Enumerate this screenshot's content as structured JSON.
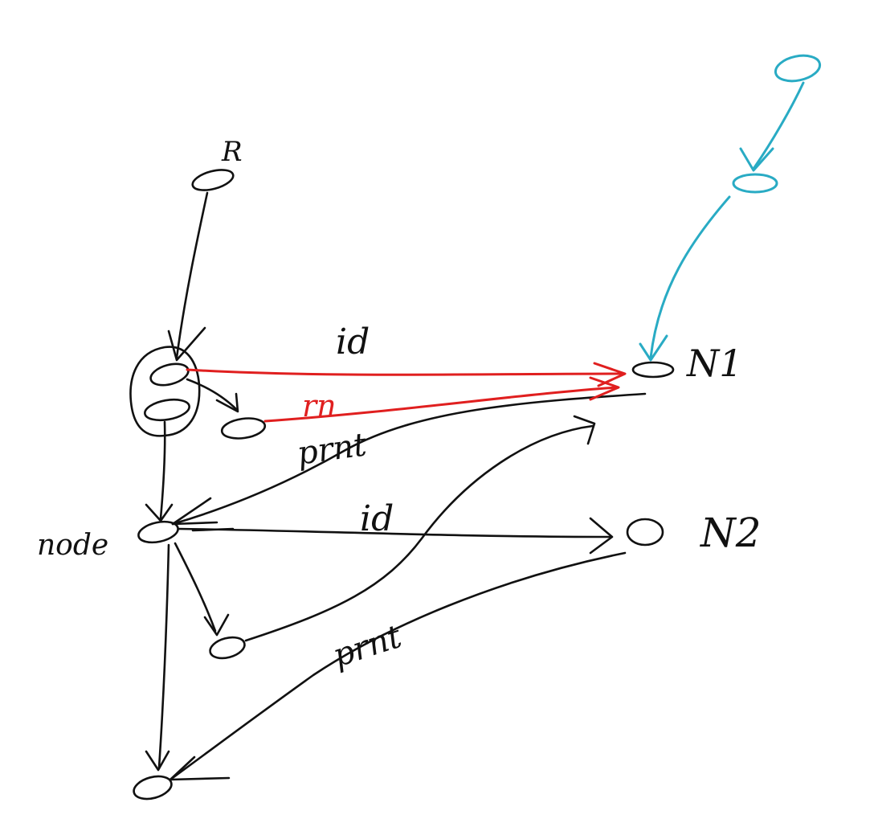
{
  "colors": {
    "black": "#111111",
    "red": "#e01f1f",
    "cyan": "#29abc4"
  },
  "labels": {
    "R": "R",
    "N1": "N1",
    "N2": "N2",
    "node": "node",
    "id_top": "id",
    "rn": "rn",
    "prnt_top": "prnt",
    "id_mid": "id",
    "prnt_bottom": "prnt"
  }
}
